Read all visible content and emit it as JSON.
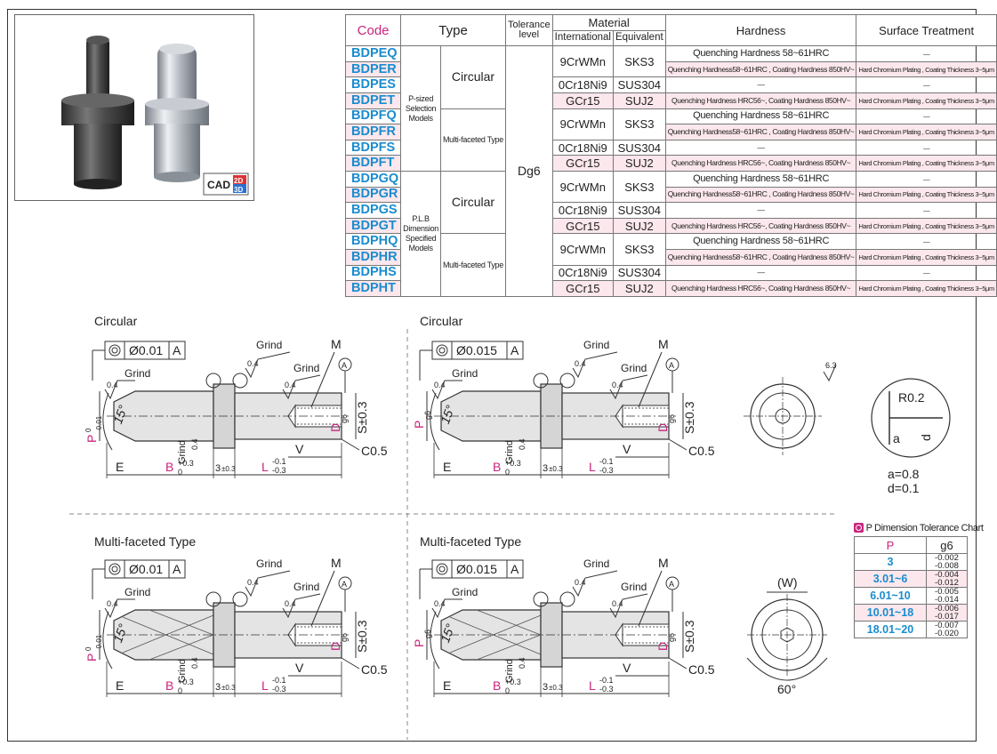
{
  "spec_table": {
    "headers": {
      "code": "Code",
      "type": "Type",
      "tolerance": "Tolerance level",
      "material": "Material",
      "international": "International",
      "equivalent": "Equivalent",
      "hardness": "Hardness",
      "surface": "Surface Treatment"
    },
    "codes": [
      "BDPEQ",
      "BDPER",
      "BDPES",
      "BDPET",
      "BDPFQ",
      "BDPFR",
      "BDPFS",
      "BDPFT",
      "BDPGQ",
      "BDPGR",
      "BDPGS",
      "BDPGT",
      "BDPHQ",
      "BDPHR",
      "BDPHS",
      "BDPHT"
    ],
    "group_labels": [
      "P-sized Selection Models",
      "P.L.B Dimension Specified Models"
    ],
    "shape_labels": [
      "Circular",
      "Multi-faceted Type",
      "Circular",
      "Multi-faceted Type"
    ],
    "tolerance_value": "Dg6",
    "materials": [
      {
        "intl": "9CrWMn",
        "equiv": "SKS3"
      },
      {
        "intl": "0Cr18Ni9",
        "equiv": "SUS304"
      },
      {
        "intl": "GCr15",
        "equiv": "SUJ2"
      }
    ],
    "hardness": {
      "q": "Quenching Hardness 58~61HRC",
      "r": "Quenching Hardness58~61HRC , Coating Hardness 850HV~",
      "s": "—",
      "t": "Quenching Hardness HRC56~, Coating Hardness 850HV~"
    },
    "surface": {
      "q": "—",
      "r": "Hard Chromium Plating , Coating Thickness 3~5μm",
      "s": "—",
      "t": "Hard Chromium Plating , Coating Thickness 3~5μm"
    }
  },
  "photo": {
    "cad_label": "CAD",
    "badge_2d": "2D",
    "badge_3d": "3D"
  },
  "drawings": {
    "titles": [
      "Circular",
      "Circular",
      "Multi-faceted Type",
      "Multi-faceted Type"
    ],
    "tol_left": "Ø0.01",
    "tol_right": "Ø0.015",
    "datum": "A",
    "grind": "Grind",
    "rough": "0.4",
    "rough63": "6.3",
    "m": "M",
    "angle": "15°",
    "p": "P",
    "p_tol_upper": "0",
    "p_tol_lower": "-0.01",
    "p_g6": "g6",
    "d": "D",
    "d_sub": "g6",
    "s": "S",
    "s_tol": "±0.3",
    "v": "V",
    "c05": "C0.5",
    "e": "E",
    "b": "B",
    "b_tol_upper": "+0.3",
    "b_tol_lower": "0",
    "three": "3",
    "three_tol": "±0.3",
    "l": "L",
    "l_tol_upper": "-0.1",
    "l_tol_lower": "-0.3",
    "r02": "R0.2",
    "a_lbl": "a",
    "d_lbl": "d",
    "a_val": "a=0.8",
    "d_val": "d=0.1",
    "w": "(W)",
    "sixty": "60°"
  },
  "tolerance_chart": {
    "title": "P Dimension Tolerance Chart",
    "col_p": "P",
    "col_g6": "g6",
    "rows": [
      {
        "p": "3",
        "upper": "-0.002",
        "lower": "-0.008"
      },
      {
        "p": "3.01~6",
        "upper": "-0.004",
        "lower": "-0.012"
      },
      {
        "p": "6.01~10",
        "upper": "-0.005",
        "lower": "-0.014"
      },
      {
        "p": "10.01~18",
        "upper": "-0.006",
        "lower": "-0.017"
      },
      {
        "p": "18.01~20",
        "upper": "-0.007",
        "lower": "-0.020"
      }
    ]
  },
  "colors": {
    "code_blue": "#1a8ccf",
    "magenta": "#c9257d",
    "pink_row": "#fbe7ec"
  }
}
